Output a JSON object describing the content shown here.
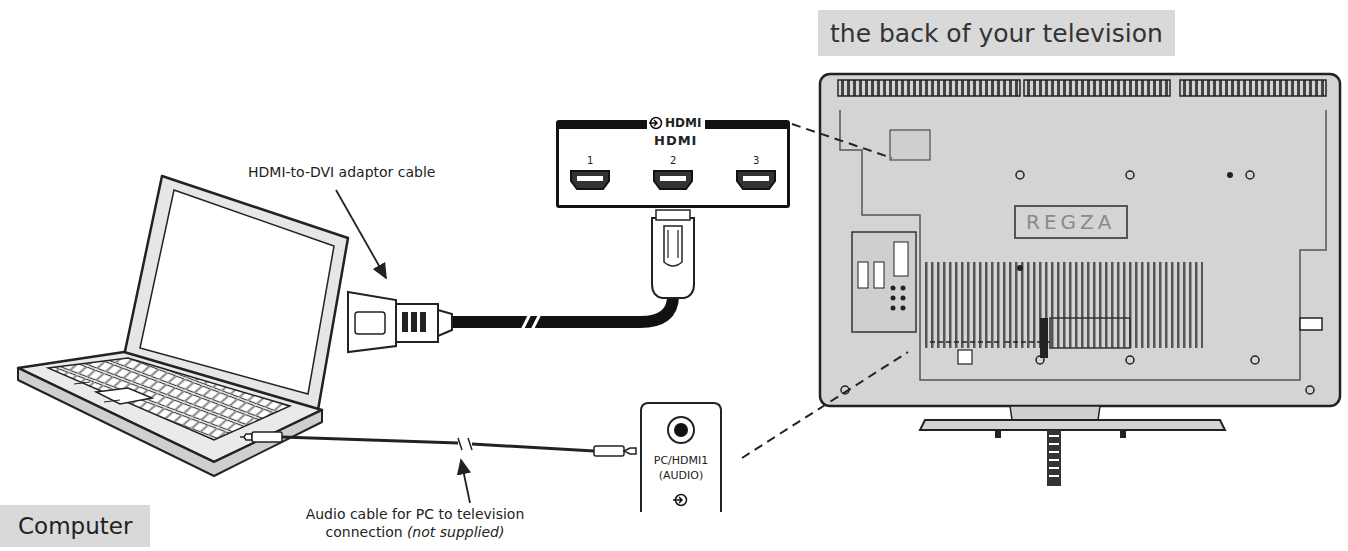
{
  "diagram": {
    "nodes": [
      {
        "text": [
          "the back of your television"
        ]
      },
      {
        "text": [
          "HDMI",
          "HDMI",
          "1",
          "2",
          "3"
        ]
      },
      {
        "text": [
          "PC/HDMI1 (AUDIO)"
        ]
      },
      {
        "text": [
          "Computer"
        ]
      }
    ],
    "labels": [
      "HDMI-to-DVI adaptor cable",
      "Audio cable for PC to television connection",
      "(not supplied)",
      "REGZA"
    ]
  }
}
